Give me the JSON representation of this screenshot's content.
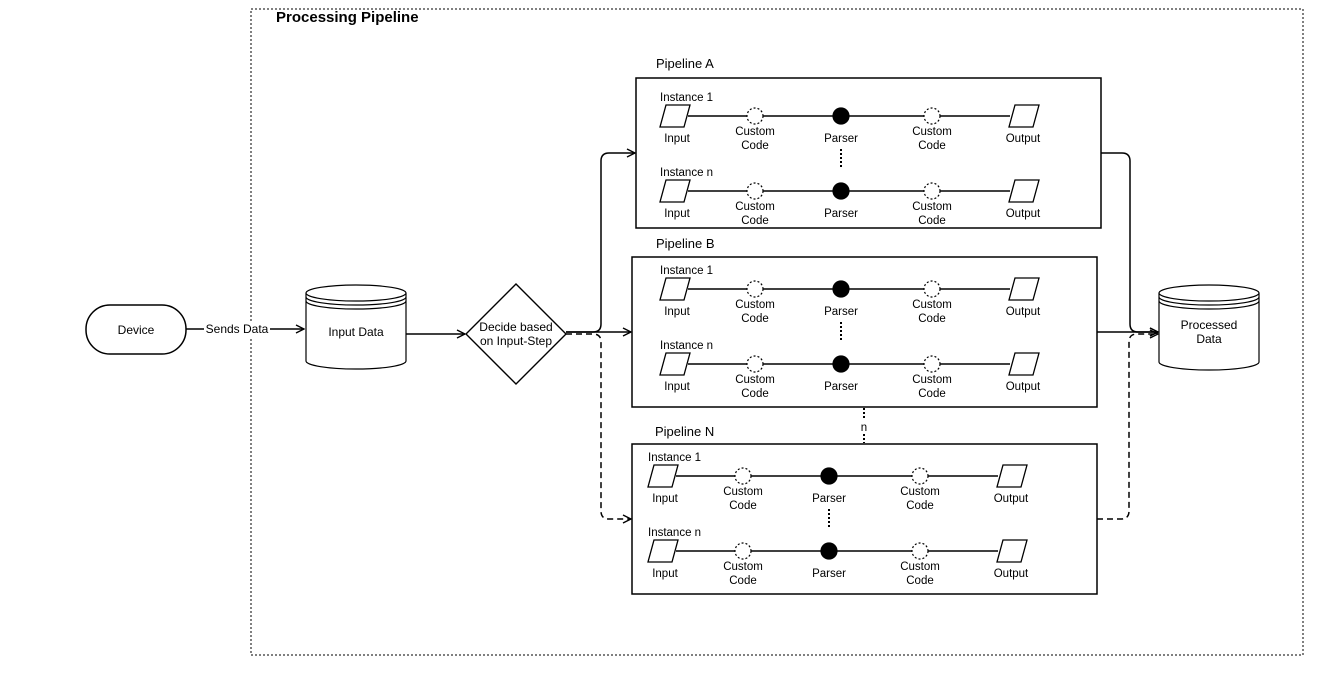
{
  "container": {
    "title": "Processing Pipeline"
  },
  "device": {
    "label": "Device"
  },
  "edge_send": {
    "label": "Sends Data"
  },
  "input_data": {
    "label": "Input Data"
  },
  "decision": {
    "line1": "Decide based",
    "line2": "on Input-Step"
  },
  "processed": {
    "line1": "Processed",
    "line2": "Data"
  },
  "pipelines": [
    {
      "name": "Pipeline A",
      "instances": [
        {
          "label": "Instance 1"
        },
        {
          "label": "Instance n"
        }
      ]
    },
    {
      "name": "Pipeline B",
      "instances": [
        {
          "label": "Instance 1"
        },
        {
          "label": "Instance n"
        }
      ]
    },
    {
      "name": "Pipeline N",
      "instances": [
        {
          "label": "Instance 1"
        },
        {
          "label": "Instance n"
        }
      ]
    }
  ],
  "step_labels": {
    "input": "Input",
    "custom_line1": "Custom",
    "custom_line2": "Code",
    "parser": "Parser",
    "output": "Output"
  },
  "between_pipelines_label": "n"
}
